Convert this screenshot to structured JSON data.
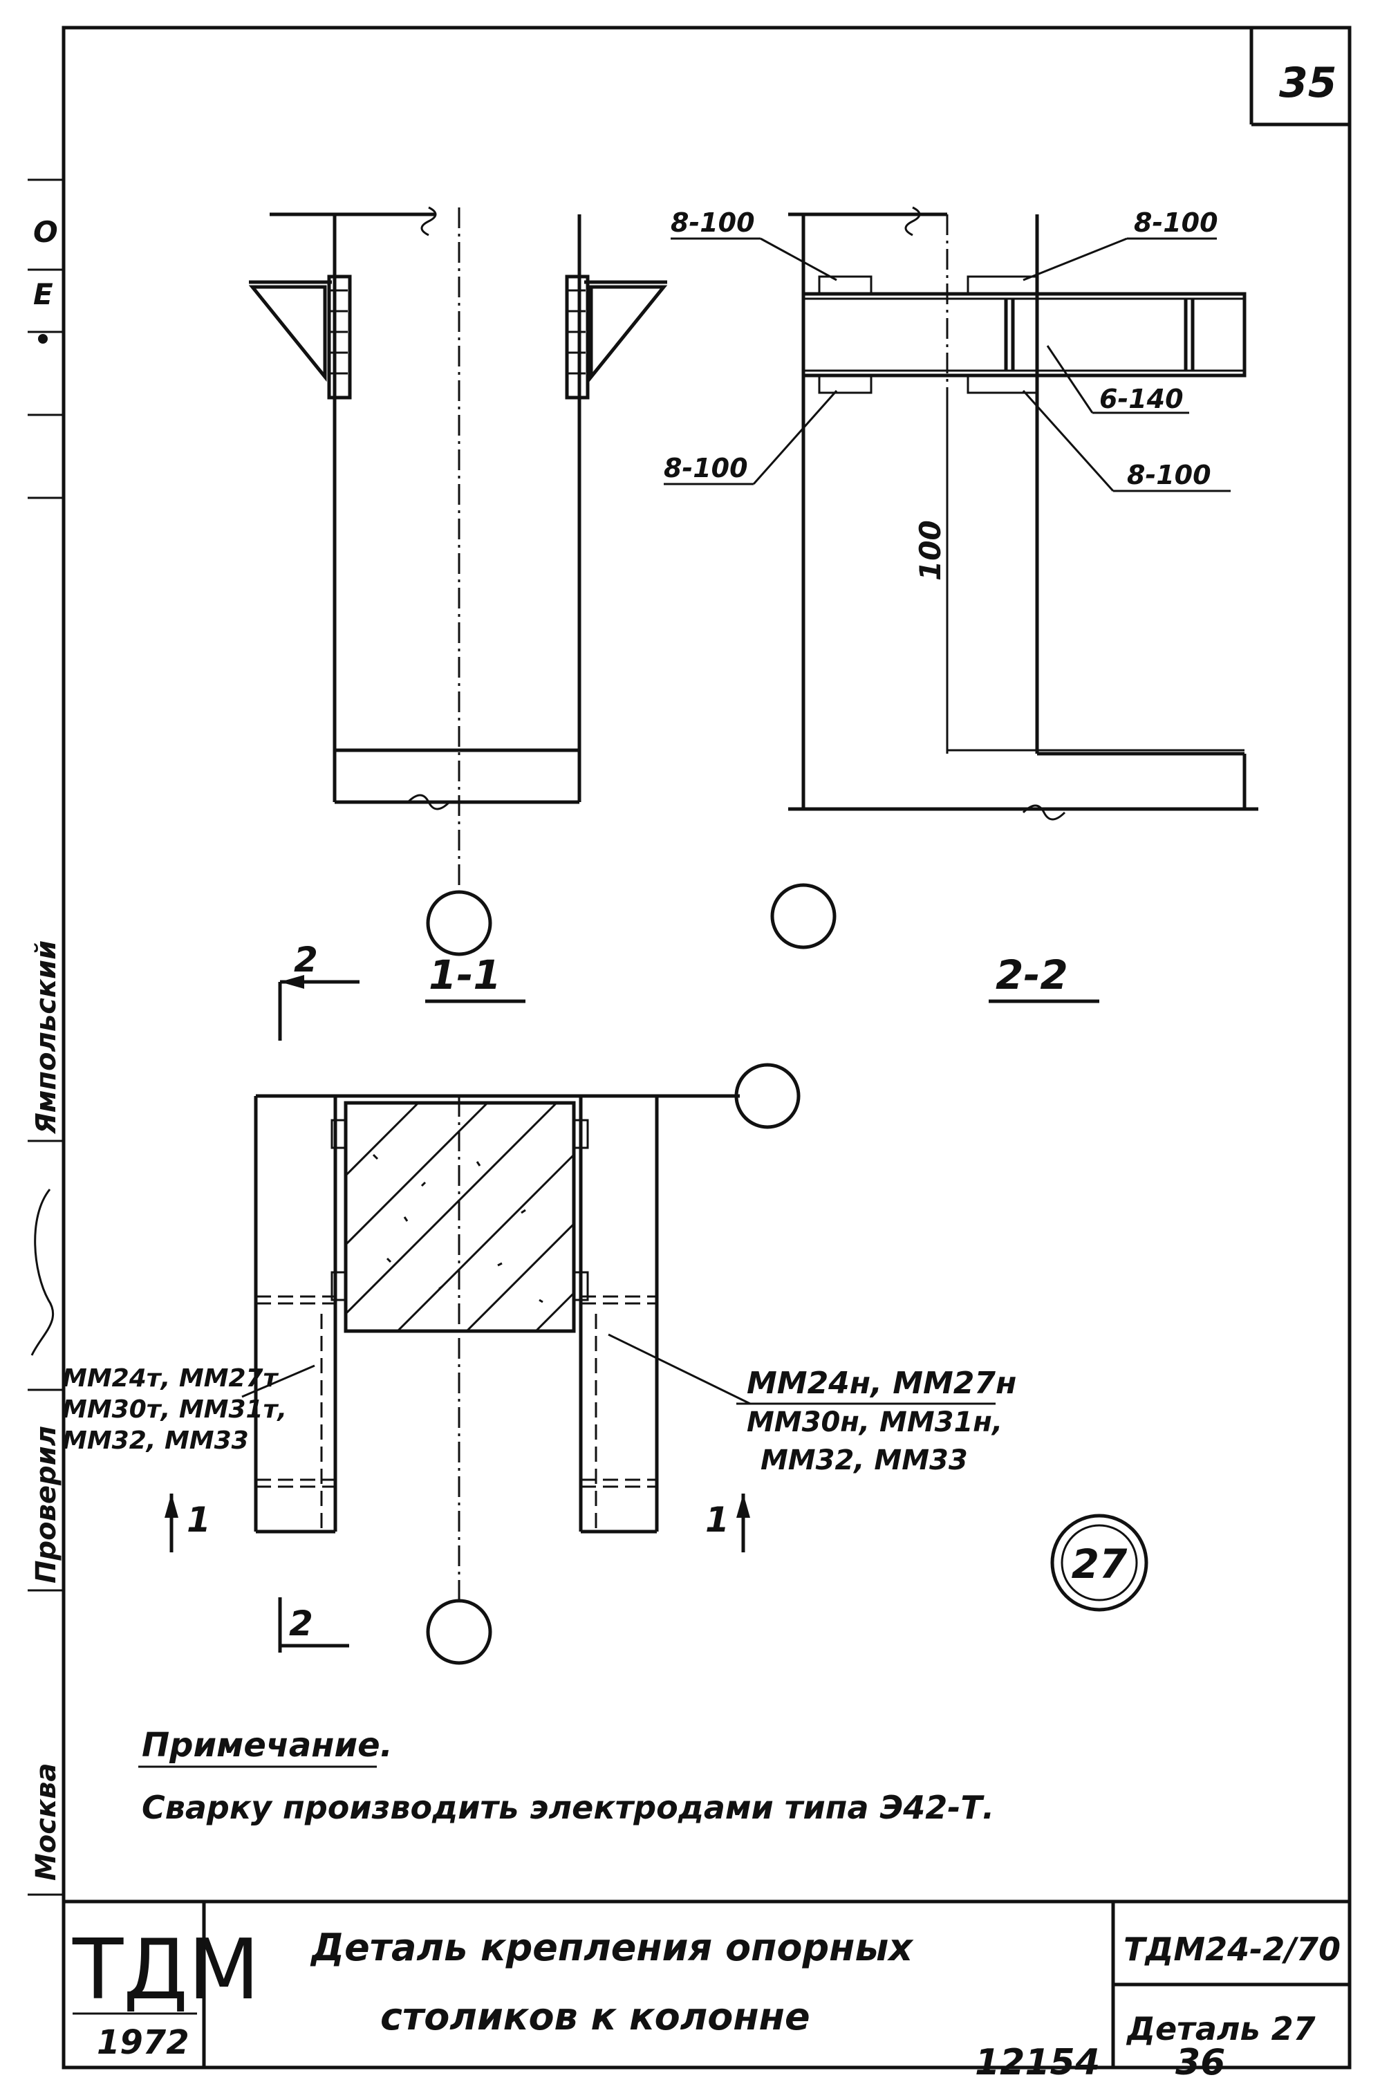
{
  "sheet": {
    "page_number": "35",
    "bottom_numbers": [
      "12154",
      "36"
    ]
  },
  "sidebar": {
    "labels": [
      "Ямпольский",
      "Проверил",
      "Москва"
    ],
    "marks": [
      "О",
      "Е"
    ]
  },
  "views": {
    "section_1_1": "1-1",
    "section_2_2": "2-2",
    "cut_marks": {
      "top_2": "2",
      "bottom_2": "2",
      "left_1": "1",
      "right_1": "1"
    }
  },
  "welds": {
    "top_left": "8-100",
    "top_right": "8-100",
    "bottom_left": "8-100",
    "bottom_right": "8-100",
    "vertical": "6-140",
    "height_dim": "100"
  },
  "callouts": {
    "left": [
      "ММ24т, ММ27т",
      "ММ30т, ММ31т,",
      "ММ32, ММ33"
    ],
    "right": [
      "ММ24н, ММ27н",
      "ММ30н, ММ31н,",
      "ММ32, ММ33"
    ]
  },
  "detail_number": "27",
  "note": {
    "heading": "Примечание.",
    "text": "Сварку производить электродами типа Э42-Т."
  },
  "title_block": {
    "logo": "ТДМ",
    "year": "1972",
    "title_line1": "Деталь крепления опорных",
    "title_line2": "столиков к колонне",
    "code": "ТДМ24-2/70",
    "detail": "Деталь 27"
  }
}
